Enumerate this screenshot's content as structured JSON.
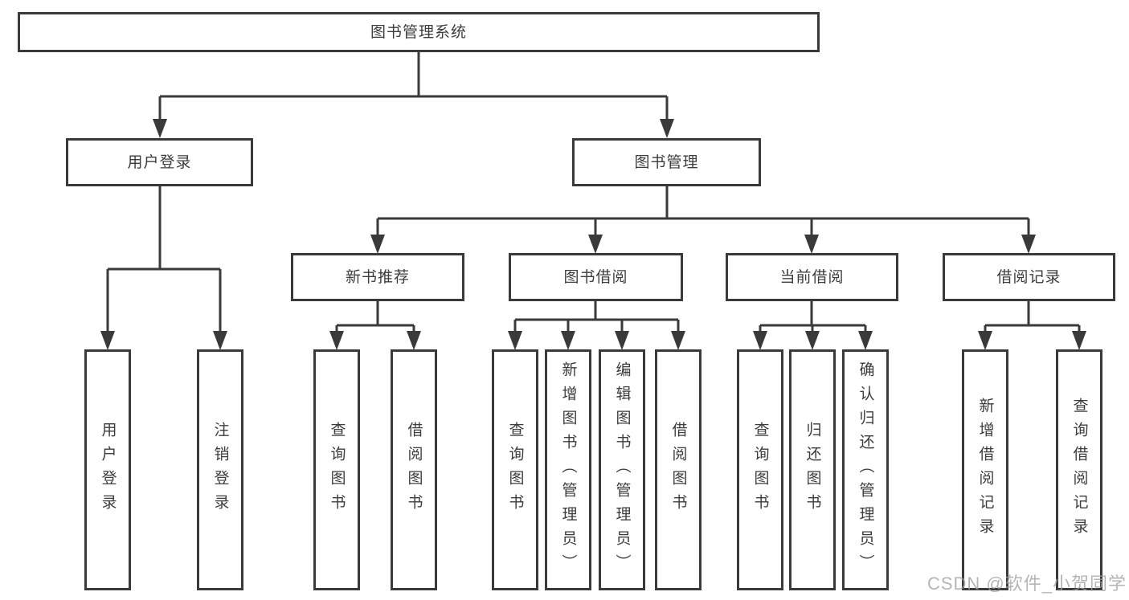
{
  "colors": {
    "line": "#3a3a3a",
    "text": "#3c3c3c",
    "background": "#ffffff",
    "watermark": "#a0a0a0"
  },
  "watermark": {
    "text": "CSDN @软件_小贺同学"
  },
  "diagram": {
    "type": "hierarchy-tree",
    "root": {
      "label": "图书管理系统"
    },
    "branches": {
      "user_login": {
        "label": "用户登录"
      },
      "book_management": {
        "label": "图书管理"
      }
    },
    "sections": {
      "new_book_recommend": {
        "label": "新书推荐"
      },
      "book_borrowing": {
        "label": "图书借阅"
      },
      "current_borrowing": {
        "label": "当前借阅"
      },
      "borrowing_records": {
        "label": "借阅记录"
      }
    },
    "leaves": {
      "user_login": {
        "label": "用户登录"
      },
      "logout": {
        "label": "注销登录"
      },
      "recommend_query_books": {
        "label": "查询图书"
      },
      "recommend_borrow_books": {
        "label": "借阅图书"
      },
      "borrow_query_books": {
        "label": "查询图书"
      },
      "borrow_add_books": {
        "label": "新增图书（管理员）"
      },
      "borrow_edit_books": {
        "label": "编辑图书（管理员）"
      },
      "borrow_borrow_books": {
        "label": "借阅图书"
      },
      "current_query_books": {
        "label": "查询图书"
      },
      "current_return_books": {
        "label": "归还图书"
      },
      "current_confirm_return": {
        "label": "确认归还（管理员）"
      },
      "records_add_record": {
        "label": "新增借阅记录"
      },
      "records_query_record": {
        "label": "查询借阅记录"
      }
    },
    "hierarchy": [
      {
        "parent": "图书管理系统",
        "children": [
          "用户登录",
          "图书管理"
        ]
      },
      {
        "parent": "用户登录",
        "children": [
          "用户登录",
          "注销登录"
        ]
      },
      {
        "parent": "图书管理",
        "children": [
          "新书推荐",
          "图书借阅",
          "当前借阅",
          "借阅记录"
        ]
      },
      {
        "parent": "新书推荐",
        "children": [
          "查询图书",
          "借阅图书"
        ]
      },
      {
        "parent": "图书借阅",
        "children": [
          "查询图书",
          "新增图书（管理员）",
          "编辑图书（管理员）",
          "借阅图书"
        ]
      },
      {
        "parent": "当前借阅",
        "children": [
          "查询图书",
          "归还图书",
          "确认归还（管理员）"
        ]
      },
      {
        "parent": "借阅记录",
        "children": [
          "新增借阅记录",
          "查询借阅记录"
        ]
      }
    ]
  }
}
